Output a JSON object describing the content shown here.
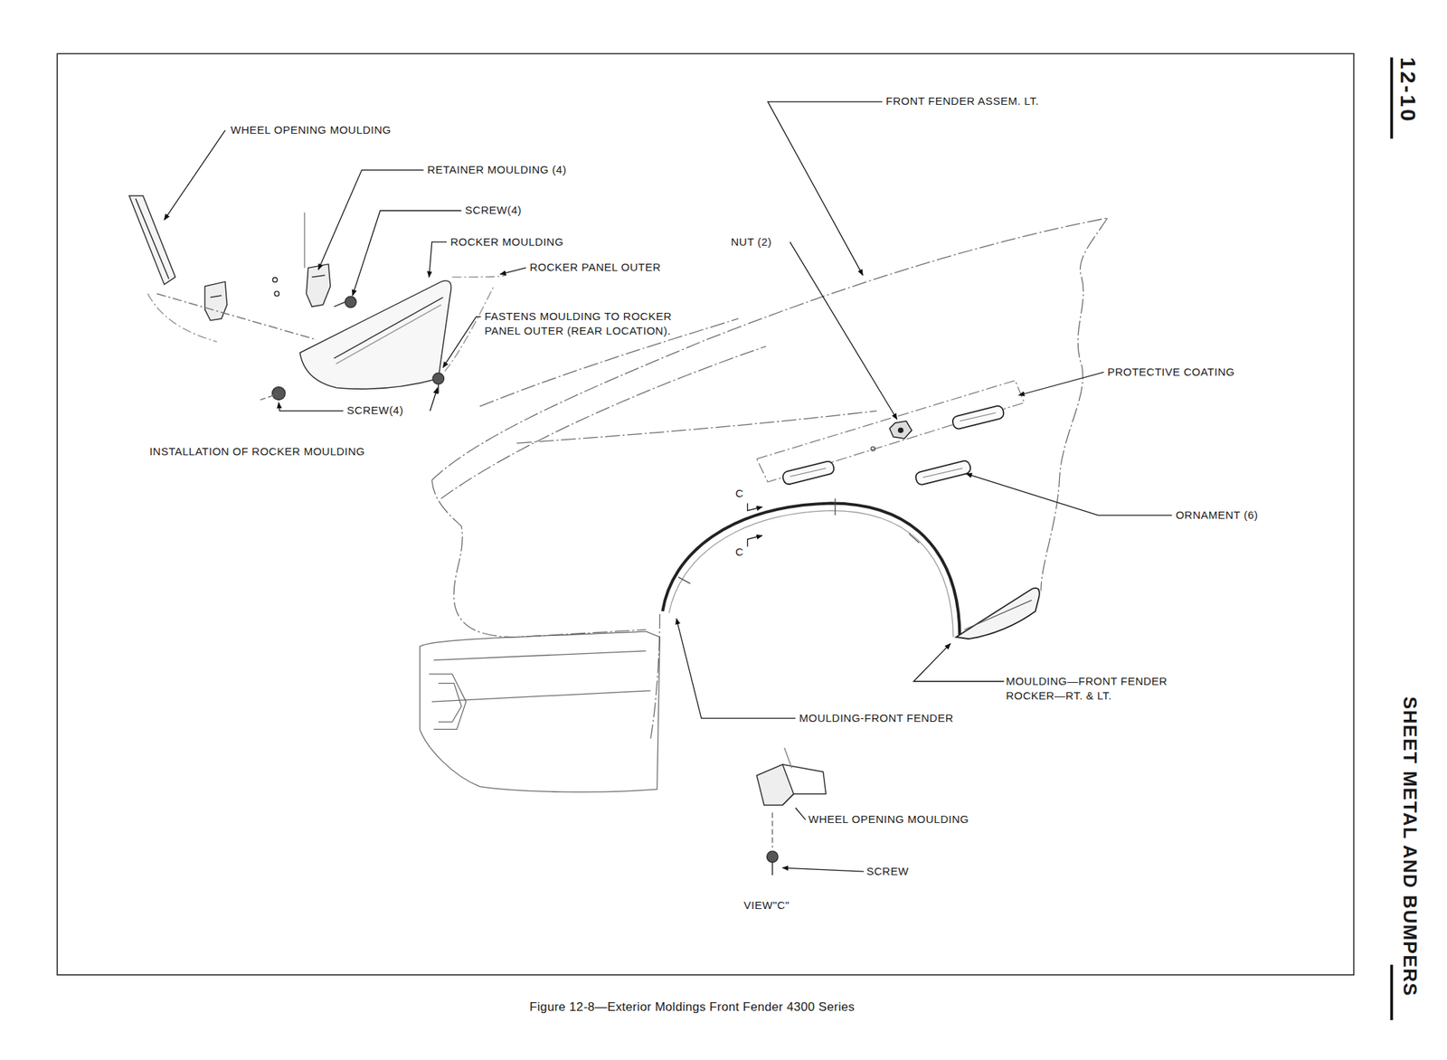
{
  "diagram": {
    "caption": "Figure 12-8—Exterior Moldings Front Fender 4300 Series",
    "labels": [
      "WHEEL OPENING MOULDING",
      "RETAINER MOULDING (4)",
      "SCREW(4)",
      "ROCKER MOULDING",
      "ROCKER PANEL OUTER",
      "FASTENS MOULDING TO ROCKER PANEL OUTER (REAR LOCATION).",
      "SCREW(4)",
      "INSTALLATION OF ROCKER MOULDING",
      "FRONT FENDER ASSEM. LT.",
      "NUT (2)",
      "PROTECTIVE COATING",
      "ORNAMENT (6)",
      "C",
      "C",
      "MOULDING—FRONT FENDER ROCKER—RT. & LT.",
      "MOULDING-FRONT FENDER",
      "WHEEL OPENING MOULDING",
      "SCREW",
      "VIEW\"C\"",
      "12-10",
      "SHEET METAL AND BUMPERS"
    ]
  }
}
